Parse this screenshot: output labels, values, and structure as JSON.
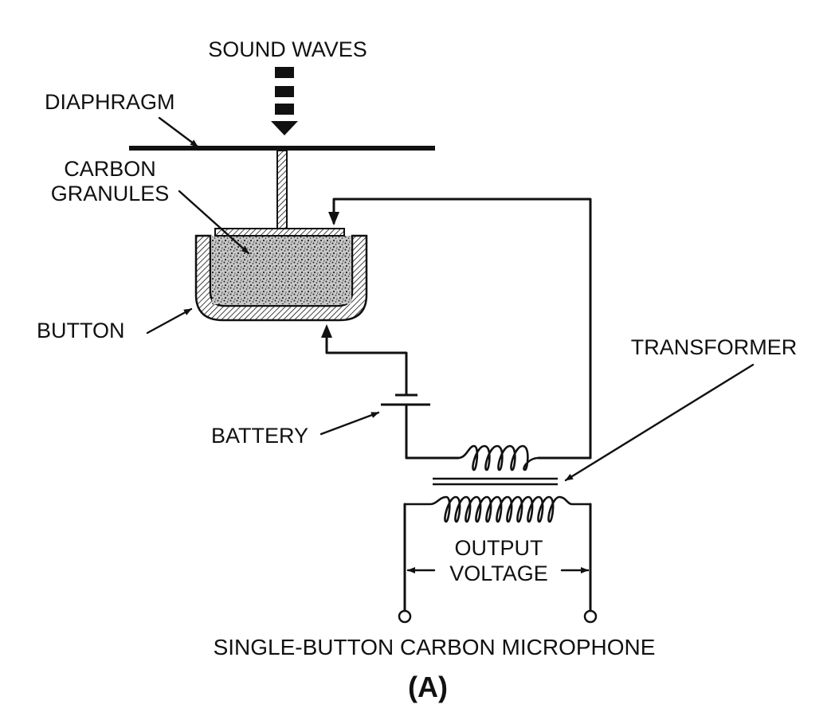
{
  "labels": {
    "sound_waves": "SOUND WAVES",
    "diaphragm": "DIAPHRAGM",
    "carbon_line1": "CARBON",
    "carbon_line2": "GRANULES",
    "button": "BUTTON",
    "transformer": "TRANSFORMER",
    "battery": "BATTERY",
    "output_line1": "OUTPUT",
    "output_line2": "VOLTAGE"
  },
  "caption": "SINGLE-BUTTON CARBON MICROPHONE",
  "figure_label": "(A)",
  "colors": {
    "ink": "#111111",
    "background": "#ffffff",
    "granule_fill": "#c8c8c8"
  },
  "components": {
    "primary_coil_turns": 5,
    "secondary_coil_turns": 12,
    "sound_wave_blocks": 3
  }
}
